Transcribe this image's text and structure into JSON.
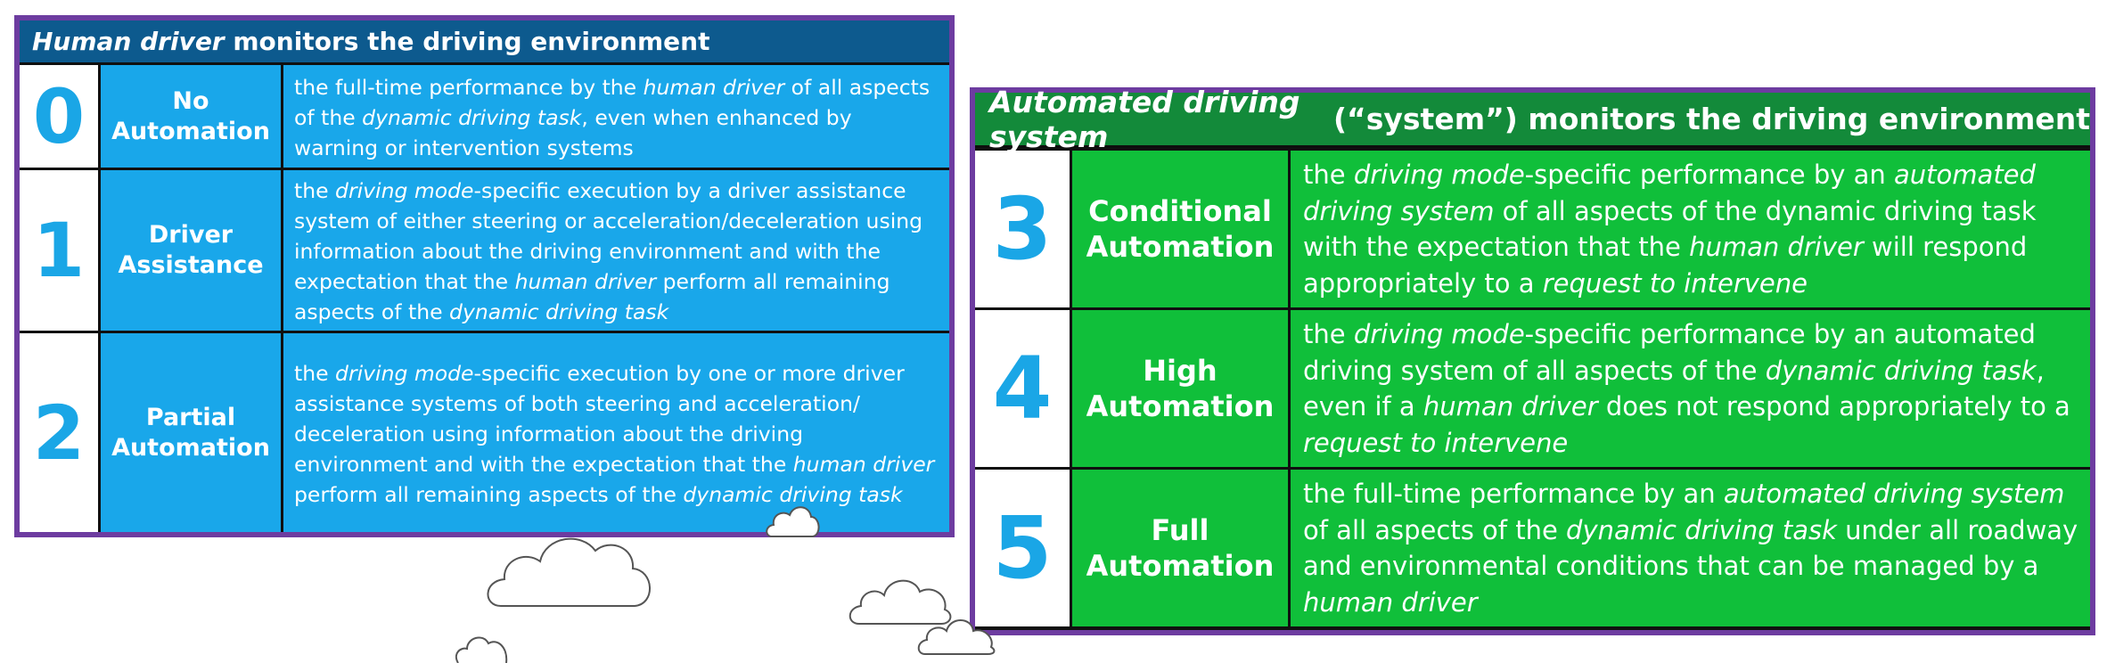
{
  "human_panel": {
    "header_italic": "Human driver",
    "header_rest": " monitors the driving environment",
    "levels": [
      {
        "number": "0",
        "name_line1": "No",
        "name_line2": "Automation",
        "desc_parts": [
          {
            "t": "the full-time performance by the "
          },
          {
            "t": "human driver",
            "i": true
          },
          {
            "t": " of all aspects of the "
          },
          {
            "t": "dynamic driving task",
            "i": true
          },
          {
            "t": ", even when enhanced by warning or intervention systems"
          }
        ]
      },
      {
        "number": "1",
        "name_line1": "Driver",
        "name_line2": "Assistance",
        "desc_parts": [
          {
            "t": "the "
          },
          {
            "t": "driving mode",
            "i": true
          },
          {
            "t": "-specific execution by a driver assistance system of either steering or acceleration/deceleration using information about the driving environment and with the expectation that the "
          },
          {
            "t": "human driver",
            "i": true
          },
          {
            "t": " perform all remaining aspects of the "
          },
          {
            "t": "dynamic driving task",
            "i": true
          }
        ]
      },
      {
        "number": "2",
        "name_line1": "Partial",
        "name_line2": "Automation",
        "desc_parts": [
          {
            "t": "the "
          },
          {
            "t": "driving mode",
            "i": true
          },
          {
            "t": "-specific execution by one or more driver assistance systems of both steering and acceleration/ deceleration using information about the driving environment and with the expectation that the "
          },
          {
            "t": "human driver",
            "i": true
          },
          {
            "t": " perform all remaining aspects of the "
          },
          {
            "t": "dynamic driving task",
            "i": true
          }
        ]
      }
    ]
  },
  "system_panel": {
    "header_italic": "Automated driving system",
    "header_rest": " (“system”) monitors the driving environment",
    "levels": [
      {
        "number": "3",
        "name_line1": "Conditional",
        "name_line2": "Automation",
        "desc_parts": [
          {
            "t": "the "
          },
          {
            "t": "driving mode",
            "i": true
          },
          {
            "t": "-specific performance by an "
          },
          {
            "t": "automated driving system",
            "i": true
          },
          {
            "t": " of all aspects of the dynamic driving task with the expectation that the "
          },
          {
            "t": "human driver",
            "i": true
          },
          {
            "t": " will respond appropriately to a "
          },
          {
            "t": "request to intervene",
            "i": true
          }
        ]
      },
      {
        "number": "4",
        "name_line1": "High",
        "name_line2": "Automation",
        "desc_parts": [
          {
            "t": "the "
          },
          {
            "t": "driving mode",
            "i": true
          },
          {
            "t": "-specific performance by an automated driving system of all aspects of the "
          },
          {
            "t": "dynamic driving task",
            "i": true
          },
          {
            "t": ", even if a "
          },
          {
            "t": "human driver",
            "i": true
          },
          {
            "t": " does not respond appropriately to a "
          },
          {
            "t": "request to intervene",
            "i": true
          }
        ]
      },
      {
        "number": "5",
        "name_line1": "Full",
        "name_line2": "Automation",
        "desc_parts": [
          {
            "t": "the full-time performance by an "
          },
          {
            "t": "automated driving system",
            "i": true
          },
          {
            "t": " of all aspects of the "
          },
          {
            "t": "dynamic driving task",
            "i": true
          },
          {
            "t": " under all roadway and environmental conditions that can be managed by a "
          },
          {
            "t": "human driver",
            "i": true
          }
        ]
      }
    ]
  },
  "colors": {
    "frame": "#6d3ca0",
    "human_header": "#0d5a8e",
    "human_cells": "#19a7ea",
    "system_header": "#138a3a",
    "system_cells": "#10bf3a",
    "level_number": "#1aa6e6"
  }
}
